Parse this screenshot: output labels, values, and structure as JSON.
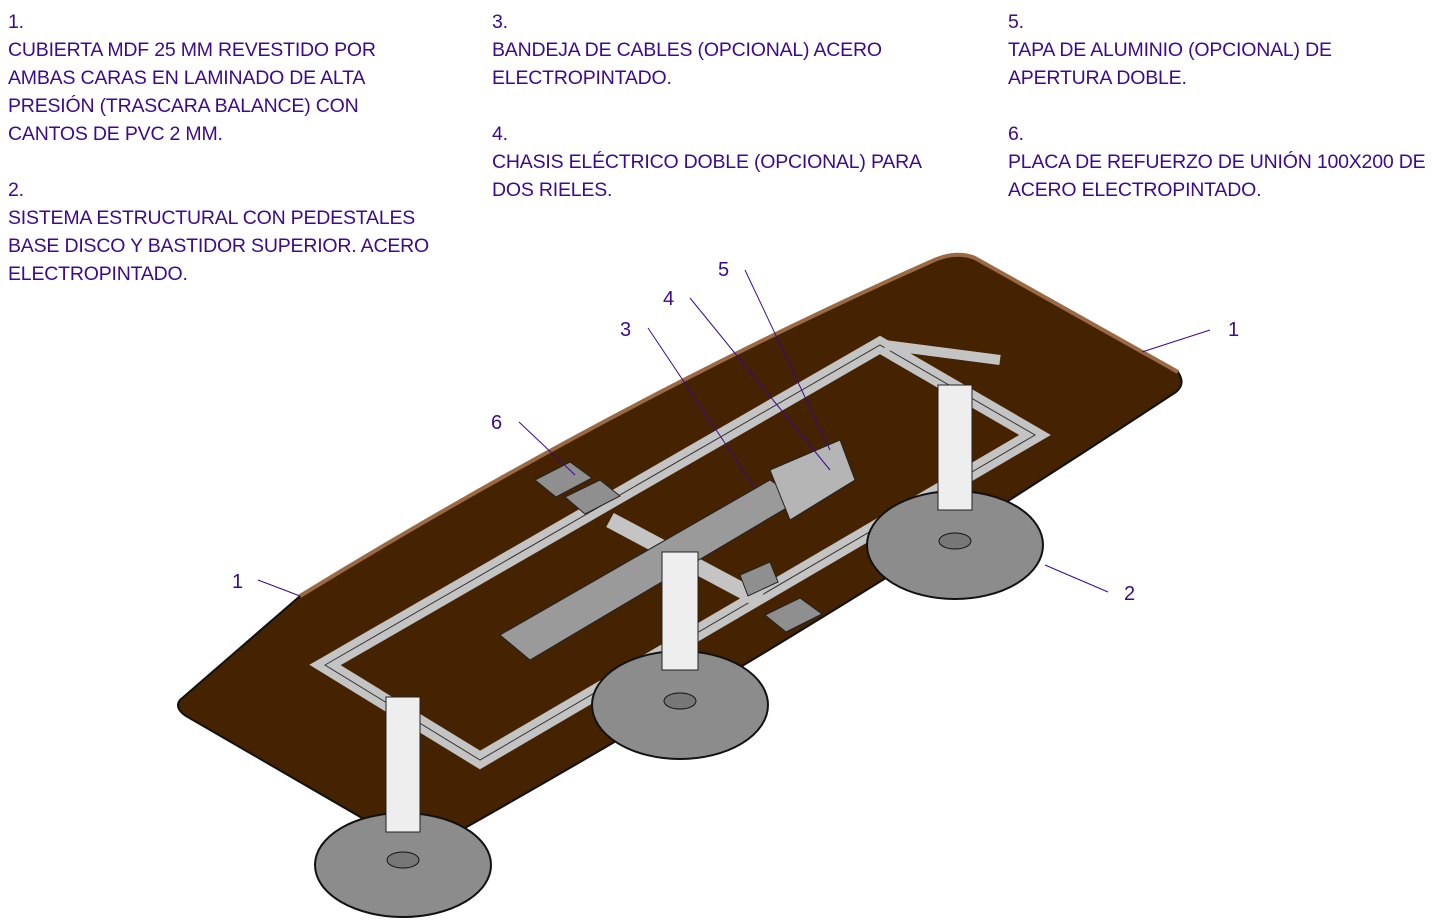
{
  "notes": [
    {
      "num": "1.",
      "text": "CUBIERTA MDF 25 MM REVESTIDO POR\nAMBAS CARAS EN LAMINADO DE ALTA\nPRESIÓN (TRASCARA BALANCE) CON\nCANTOS DE PVC 2 MM."
    },
    {
      "num": "2.",
      "text": "SISTEMA ESTRUCTURAL CON PEDESTALES\nBASE DISCO Y BASTIDOR SUPERIOR. ACERO\nELECTROPINTADO."
    },
    {
      "num": "3.",
      "text": "BANDEJA DE CABLES (OPCIONAL) ACERO\nELECTROPINTADO."
    },
    {
      "num": "4.",
      "text": "CHASIS ELÉCTRICO DOBLE (OPCIONAL) PARA\nDOS RIELES."
    },
    {
      "num": "5.",
      "text": "TAPA DE ALUMINIO (OPCIONAL) DE\nAPERTURA DOBLE."
    },
    {
      "num": "6.",
      "text": "PLACA DE REFUERZO DE UNIÓN 100X200 DE\nACERO ELECTROPINTADO."
    }
  ],
  "callouts": {
    "c1_right": "1",
    "c1_left": "1",
    "c2": "2",
    "c3": "3",
    "c4": "4",
    "c5": "5",
    "c6": "6"
  },
  "colors": {
    "text": "#3c0a8c",
    "top": "#452200",
    "edge": "#8a5a35",
    "steel": "#b8b8b8",
    "disc": "#8c8c8c"
  }
}
